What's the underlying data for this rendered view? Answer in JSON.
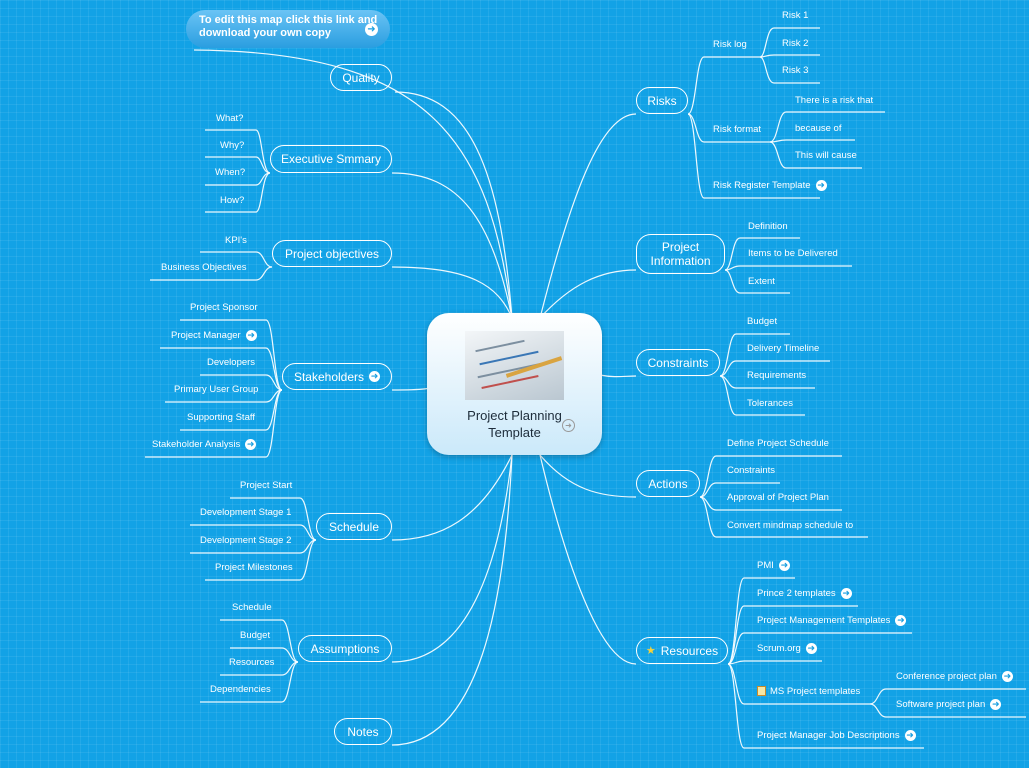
{
  "edit_link": "To edit this map click this link and download your own copy",
  "center": {
    "title_line1": "Project Planning",
    "title_line2": "Template"
  },
  "left": {
    "quality": "Quality",
    "executive_summary": {
      "label": "Executive Smmary",
      "items": [
        "What?",
        "Why?",
        "When?",
        "How?"
      ]
    },
    "project_objectives": {
      "label": "Project objectives",
      "items": [
        "KPI's",
        "Business Objectives"
      ]
    },
    "stakeholders": {
      "label": "Stakeholders",
      "items": [
        "Project Sponsor",
        "Project Manager",
        "Developers",
        "Primary User Group",
        "Supporting Staff",
        "Stakeholder  Analysis"
      ]
    },
    "schedule": {
      "label": "Schedule",
      "items": [
        "Project Start",
        "Development Stage 1",
        "Development Stage 2",
        "Project Milestones"
      ]
    },
    "assumptions": {
      "label": "Assumptions",
      "items": [
        "Schedule",
        "Budget",
        "Resources",
        "Dependencies"
      ]
    },
    "notes": "Notes"
  },
  "right": {
    "risks": {
      "label": "Risks",
      "risk_log": {
        "label": "Risk log",
        "items": [
          "Risk 1",
          "Risk 2",
          "Risk 3"
        ]
      },
      "risk_format": {
        "label": "Risk format",
        "items": [
          "There is a risk that",
          "because of",
          "This will cause"
        ]
      },
      "risk_register": "Risk Register Template"
    },
    "project_information": {
      "line1": "Project",
      "line2": "Information",
      "items": [
        "Definition",
        "Items to be Delivered",
        "Extent"
      ]
    },
    "constraints": {
      "label": "Constraints",
      "items": [
        "Budget",
        "Delivery Timeline",
        "Requirements",
        "Tolerances"
      ]
    },
    "actions": {
      "label": "Actions",
      "items": [
        "Define Project Schedule",
        "Constraints",
        "Approval of Project Plan",
        "Convert mindmap schedule to"
      ]
    },
    "resources": {
      "label": "Resources",
      "items": [
        "PMI",
        "Prince 2 templates",
        "Project Management Templates",
        "Scrum.org"
      ],
      "ms_project": {
        "label": "MS Project templates",
        "items": [
          "Conference project plan",
          "Software project plan"
        ]
      },
      "job_descriptions": "Project Manager Job Descriptions"
    }
  },
  "colors": {
    "background": "#12a2e6",
    "line": "#ffffff",
    "link_bubble": "#2a9ee0"
  },
  "icons": {
    "link": "arrow-circle-icon",
    "resources": "star-icon",
    "ms_project": "notepad-icon"
  }
}
